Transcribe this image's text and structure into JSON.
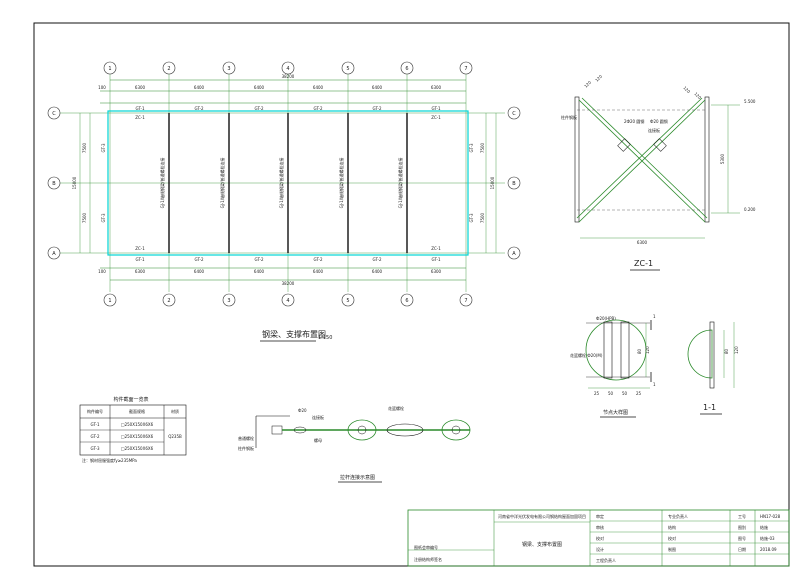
{
  "plan": {
    "col_labels": [
      "1",
      "2",
      "3",
      "4",
      "5",
      "6",
      "7"
    ],
    "row_labels": [
      "C",
      "B",
      "A"
    ],
    "spans": [
      "6300",
      "6400",
      "6400",
      "6400",
      "6400",
      "6300"
    ],
    "total_length": "38200",
    "edge_offset": "100",
    "bay_y": [
      "7500",
      "7500"
    ],
    "total_width": "15000",
    "top_member_labels": [
      "GT-1",
      "GT-2",
      "GT-2",
      "GT-2",
      "GT-2",
      "GT-1"
    ],
    "bottom_member_labels": [
      "GT-1",
      "GT-2",
      "GT-2",
      "GT-2",
      "GT-2",
      "GT-1"
    ],
    "zc_label": "ZC-1",
    "side_member_labels": [
      "GT-3",
      "GT-3"
    ],
    "inner_brace_label": "GJ-1/轴线钢梁/普通螺栓连接",
    "title": "钢梁、支撑布置图",
    "scale": "1:150"
  },
  "zc1": {
    "title": "ZC-1",
    "elev_top": "5.500",
    "elev_bottom": "0.200",
    "height_dim": "5300",
    "width_dim": "6300",
    "labels": [
      "2Ф20 圆钢",
      "Ф20 圆钢",
      "连接板",
      "柱件钢板"
    ],
    "dims": [
      "120",
      "120",
      "120",
      "120"
    ]
  },
  "joint": {
    "title": "节点大样图",
    "labels": [
      "Ф20(HPB)",
      "花篮螺栓 Ф20(M)"
    ],
    "dims": [
      "25",
      "50",
      "50",
      "25",
      "120",
      "80"
    ],
    "mark": "1"
  },
  "section": {
    "title": "1-1",
    "dims": [
      "80",
      "120"
    ]
  },
  "table": {
    "title": "构件截面一览表",
    "headers": [
      "构件编号",
      "截面规格",
      "材质"
    ],
    "rows": [
      [
        "GT-1",
        "□250X150X6X6"
      ],
      [
        "GT-2",
        "□250X150X6X6"
      ],
      [
        "GT-3",
        "□250X150X6X6"
      ]
    ],
    "material": "Q235B",
    "note": "注：钢材屈服强度fy≥235MPa"
  },
  "detail": {
    "title": "拉杆连接示意图",
    "labels": [
      "Ф20",
      "花篮螺栓",
      "连接板",
      "螺母",
      "普通螺栓",
      "柱件钢板"
    ]
  },
  "titleblock": {
    "project": "河南省中洋光伏发电有限公司钢结构屋面加固项目",
    "drawing_name": "钢梁、支撑布置图",
    "left_labels": [
      "图纸会审编号",
      "注册结构师签名"
    ],
    "role_labels": [
      "审定",
      "审核",
      "校对",
      "设计",
      "工程负责人"
    ],
    "mid_labels": [
      "专业负责人",
      "结构",
      "校对",
      "制图"
    ],
    "right_labels": [
      "工号",
      "图别",
      "图号",
      "日期"
    ],
    "right_values": [
      "HN17-028",
      "结施",
      "结施-03",
      "2018.09"
    ]
  }
}
